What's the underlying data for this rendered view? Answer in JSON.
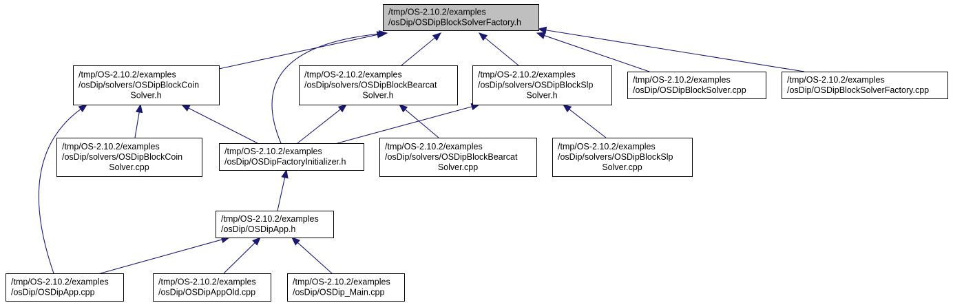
{
  "colors": {
    "root_fill": "#bfbfbf",
    "node_fill": "#ffffff",
    "node_border": "#000000",
    "edge": "#191970"
  },
  "nodes": [
    {
      "id": "root",
      "lines": [
        "/tmp/OS-2.10.2/examples",
        "/osDip/OSDipBlockSolverFactory.h"
      ],
      "root": true
    },
    {
      "id": "coin_h",
      "lines": [
        "/tmp/OS-2.10.2/examples",
        "/osDip/solvers/OSDipBlockCoin",
        "Solver.h"
      ]
    },
    {
      "id": "bearcat_h",
      "lines": [
        "/tmp/OS-2.10.2/examples",
        "/osDip/solvers/OSDipBlockBearcat",
        "Solver.h"
      ]
    },
    {
      "id": "slp_h",
      "lines": [
        "/tmp/OS-2.10.2/examples",
        "/osDip/solvers/OSDipBlockSlp",
        "Solver.h"
      ]
    },
    {
      "id": "solver_cpp",
      "lines": [
        "/tmp/OS-2.10.2/examples",
        "/osDip/OSDipBlockSolver.cpp"
      ]
    },
    {
      "id": "factory_cpp",
      "lines": [
        "/tmp/OS-2.10.2/examples",
        "/osDip/OSDipBlockSolverFactory.cpp"
      ]
    },
    {
      "id": "coin_cpp",
      "lines": [
        "/tmp/OS-2.10.2/examples",
        "/osDip/solvers/OSDipBlockCoin",
        "Solver.cpp"
      ]
    },
    {
      "id": "factinit_h",
      "lines": [
        "/tmp/OS-2.10.2/examples",
        "/osDip/OSDipFactoryInitializer.h"
      ]
    },
    {
      "id": "bearcat_cpp",
      "lines": [
        "/tmp/OS-2.10.2/examples",
        "/osDip/solvers/OSDipBlockBearcat",
        "Solver.cpp"
      ]
    },
    {
      "id": "slp_cpp",
      "lines": [
        "/tmp/OS-2.10.2/examples",
        "/osDip/solvers/OSDipBlockSlp",
        "Solver.cpp"
      ]
    },
    {
      "id": "app_h",
      "lines": [
        "/tmp/OS-2.10.2/examples",
        "/osDip/OSDipApp.h"
      ]
    },
    {
      "id": "app_cpp",
      "lines": [
        "/tmp/OS-2.10.2/examples",
        "/osDip/OSDipApp.cpp"
      ]
    },
    {
      "id": "appold_cpp",
      "lines": [
        "/tmp/OS-2.10.2/examples",
        "/osDip/OSDipAppOld.cpp"
      ]
    },
    {
      "id": "main_cpp",
      "lines": [
        "/tmp/OS-2.10.2/examples",
        "/osDip/OSDip_Main.cpp"
      ]
    }
  ],
  "edges": [
    {
      "from": "coin_h",
      "to": "root"
    },
    {
      "from": "factinit_h",
      "to": "root"
    },
    {
      "from": "bearcat_h",
      "to": "root"
    },
    {
      "from": "slp_h",
      "to": "root"
    },
    {
      "from": "solver_cpp",
      "to": "root"
    },
    {
      "from": "factory_cpp",
      "to": "root"
    },
    {
      "from": "app_cpp",
      "to": "coin_h"
    },
    {
      "from": "coin_cpp",
      "to": "coin_h"
    },
    {
      "from": "factinit_h",
      "to": "coin_h"
    },
    {
      "from": "factinit_h",
      "to": "bearcat_h"
    },
    {
      "from": "bearcat_cpp",
      "to": "bearcat_h"
    },
    {
      "from": "factinit_h",
      "to": "slp_h"
    },
    {
      "from": "slp_cpp",
      "to": "slp_h"
    },
    {
      "from": "app_h",
      "to": "factinit_h"
    },
    {
      "from": "app_cpp",
      "to": "app_h"
    },
    {
      "from": "appold_cpp",
      "to": "app_h"
    },
    {
      "from": "main_cpp",
      "to": "app_h"
    }
  ]
}
